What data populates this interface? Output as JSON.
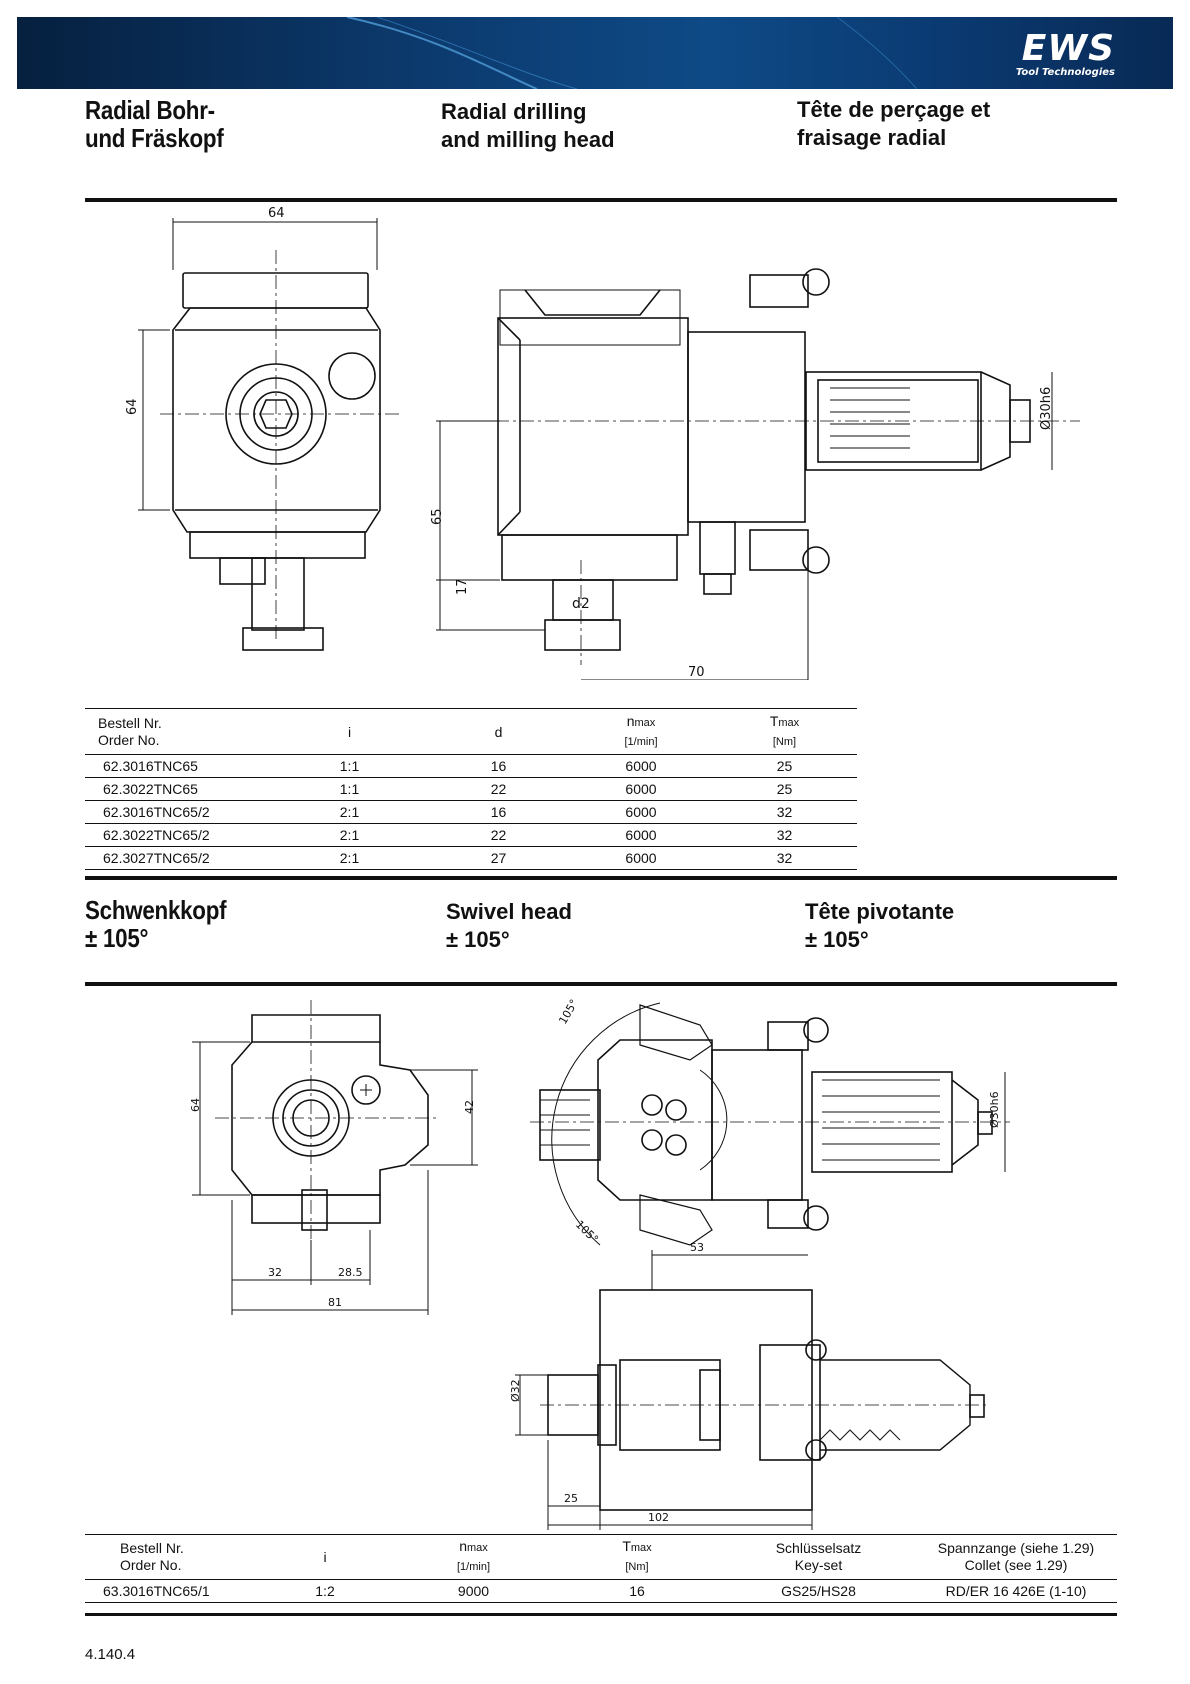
{
  "header": {
    "logo_text": "EWS",
    "logo_subtitle": "Tool Technologies",
    "brand_color": "#0c3a6e"
  },
  "section1": {
    "title_de_1": "Radial Bohr-",
    "title_de_2": "und Fräskopf",
    "title_en_1": "Radial drilling",
    "title_en_2": "and milling head",
    "title_fr_1": "Tête de perçage et",
    "title_fr_2": "fraisage radial",
    "dims": {
      "width_top": "64",
      "height_left": "64",
      "height_65": "65",
      "height_17": "17",
      "d2": "d2",
      "length_70": "70",
      "shank": "Ø30h6"
    },
    "table": {
      "col1_l1": "Bestell Nr.",
      "col1_l2": "Order No.",
      "col2": "i",
      "col3": "d",
      "col4_sym": "n",
      "col4_sub": "max",
      "col4_unit": "[1/min]",
      "col5_sym": "T",
      "col5_sub": "max",
      "col5_unit": "[Nm]",
      "rows": [
        [
          "62.3016TNC65",
          "1:1",
          "16",
          "6000",
          "25"
        ],
        [
          "62.3022TNC65",
          "1:1",
          "22",
          "6000",
          "25"
        ],
        [
          "62.3016TNC65/2",
          "2:1",
          "16",
          "6000",
          "32"
        ],
        [
          "62.3022TNC65/2",
          "2:1",
          "22",
          "6000",
          "32"
        ],
        [
          "62.3027TNC65/2",
          "2:1",
          "27",
          "6000",
          "32"
        ]
      ]
    }
  },
  "section2": {
    "title_de": "Schwenkkopf",
    "title_en": "Swivel head",
    "title_fr": "Tête pivotante",
    "angle": "± 105°",
    "dims": {
      "h64": "64",
      "h42": "42",
      "w32": "32",
      "w285": "28.5",
      "w81": "81",
      "a105a": "105°",
      "a105b": "105°",
      "shank": "Ø30h6",
      "w53": "53",
      "d32": "Ø32",
      "w25": "25",
      "w102": "102"
    },
    "table": {
      "col1_l1": "Bestell Nr.",
      "col1_l2": "Order No.",
      "col2": "i",
      "col3_sym": "n",
      "col3_sub": "max",
      "col3_unit": "[1/min]",
      "col4_sym": "T",
      "col4_sub": "max",
      "col4_unit": "[Nm]",
      "col5_l1": "Schlüsselsatz",
      "col5_l2": "Key-set",
      "col6_l1": "Spannzange (siehe 1.29)",
      "col6_l2": "Collet (see 1.29)",
      "rows": [
        [
          "63.3016TNC65/1",
          "1:2",
          "9000",
          "16",
          "GS25/HS28",
          "RD/ER 16 426E (1-10)"
        ]
      ]
    }
  },
  "footer": {
    "page": "4.140.4"
  }
}
